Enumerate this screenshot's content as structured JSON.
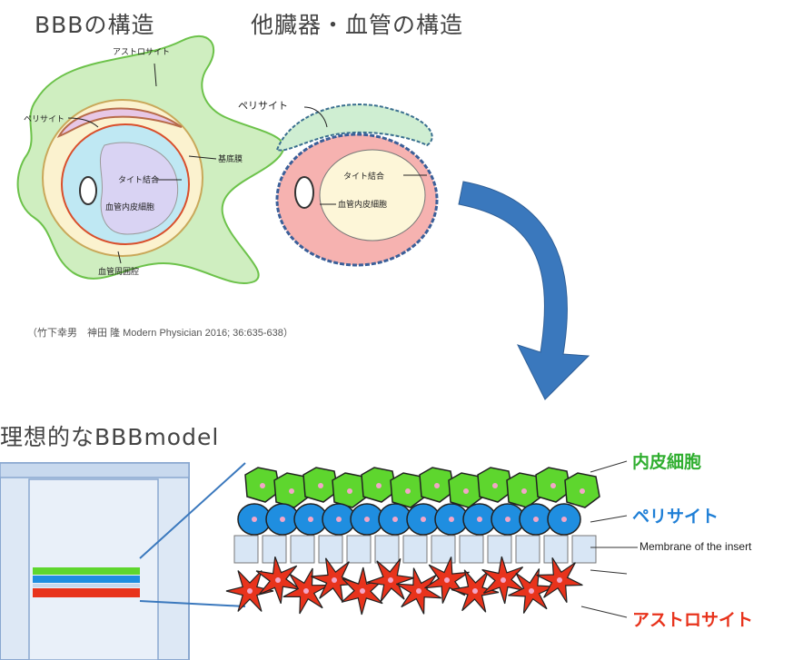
{
  "titles": {
    "bbb_structure": "BBBの構造",
    "other_organs": "他臓器・血管の構造",
    "ideal_model": "理想的なBBBmodel"
  },
  "bbb_labels": {
    "astrocyte": "アストロサイト",
    "pericyte": "ペリサイト",
    "basement_membrane": "基底膜",
    "tight_junction": "タイト結合",
    "endothelial": "血管内皮細胞",
    "perivascular": "血管周囲腔"
  },
  "organ_labels": {
    "pericyte": "ペリサイト",
    "tight_junction": "タイト結合",
    "endothelial": "血管内皮細胞"
  },
  "citation": "（竹下幸男　神田 隆 Modern Physician 2016; 36:635-638）",
  "model_labels": {
    "endothelial": "内皮細胞",
    "pericyte": "ペリサイト",
    "membrane": "Membrane of the insert",
    "astrocyte": "アストロサイト"
  },
  "colors": {
    "endothelial_green": "#5ed62e",
    "pericyte_blue": "#1f8ee0",
    "astrocyte_red": "#e8331c",
    "arrow_blue": "#3a78bd",
    "label_green": "#2fae2f",
    "label_blue": "#1f7fd6",
    "label_red": "#e8331c"
  }
}
